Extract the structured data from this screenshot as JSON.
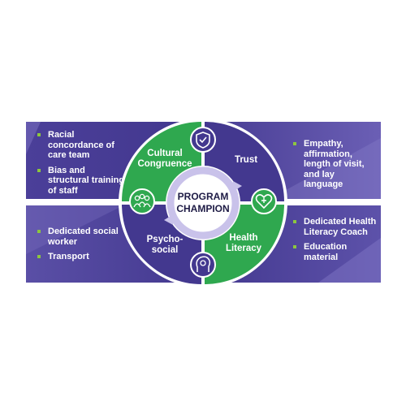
{
  "quadrants": {
    "cultural_congruence": {
      "line1": "Cultural",
      "line2": "Congruence"
    },
    "trust": {
      "label": "Trust"
    },
    "psychosocial": {
      "line1": "Psycho-",
      "line2": "social"
    },
    "health_literacy": {
      "line1": "Health",
      "line2": "Literacy"
    }
  },
  "center": {
    "line1": "PROGRAM",
    "line2": "CHAMPION"
  },
  "panels": {
    "top_left": [
      "Racial concordance of care team",
      "Bias and structural training of staff"
    ],
    "top_right": [
      "Empathy, affirmation, length of visit, and lay language"
    ],
    "bottom_left": [
      "Dedicated social worker",
      "Transport"
    ],
    "bottom_right": [
      "Dedicated Health Literacy Coach",
      "Education material"
    ]
  },
  "colors": {
    "purple": "#4b3f99",
    "purple_light": "#7a6fc0",
    "green": "#2fa84f",
    "bullet": "#8cc63f",
    "ring": "#c9c2ea",
    "center_text": "#1e1b45"
  },
  "icons": [
    "shield-check-icon",
    "heart-plus-icon",
    "group-people-icon",
    "head-profile-icon"
  ]
}
